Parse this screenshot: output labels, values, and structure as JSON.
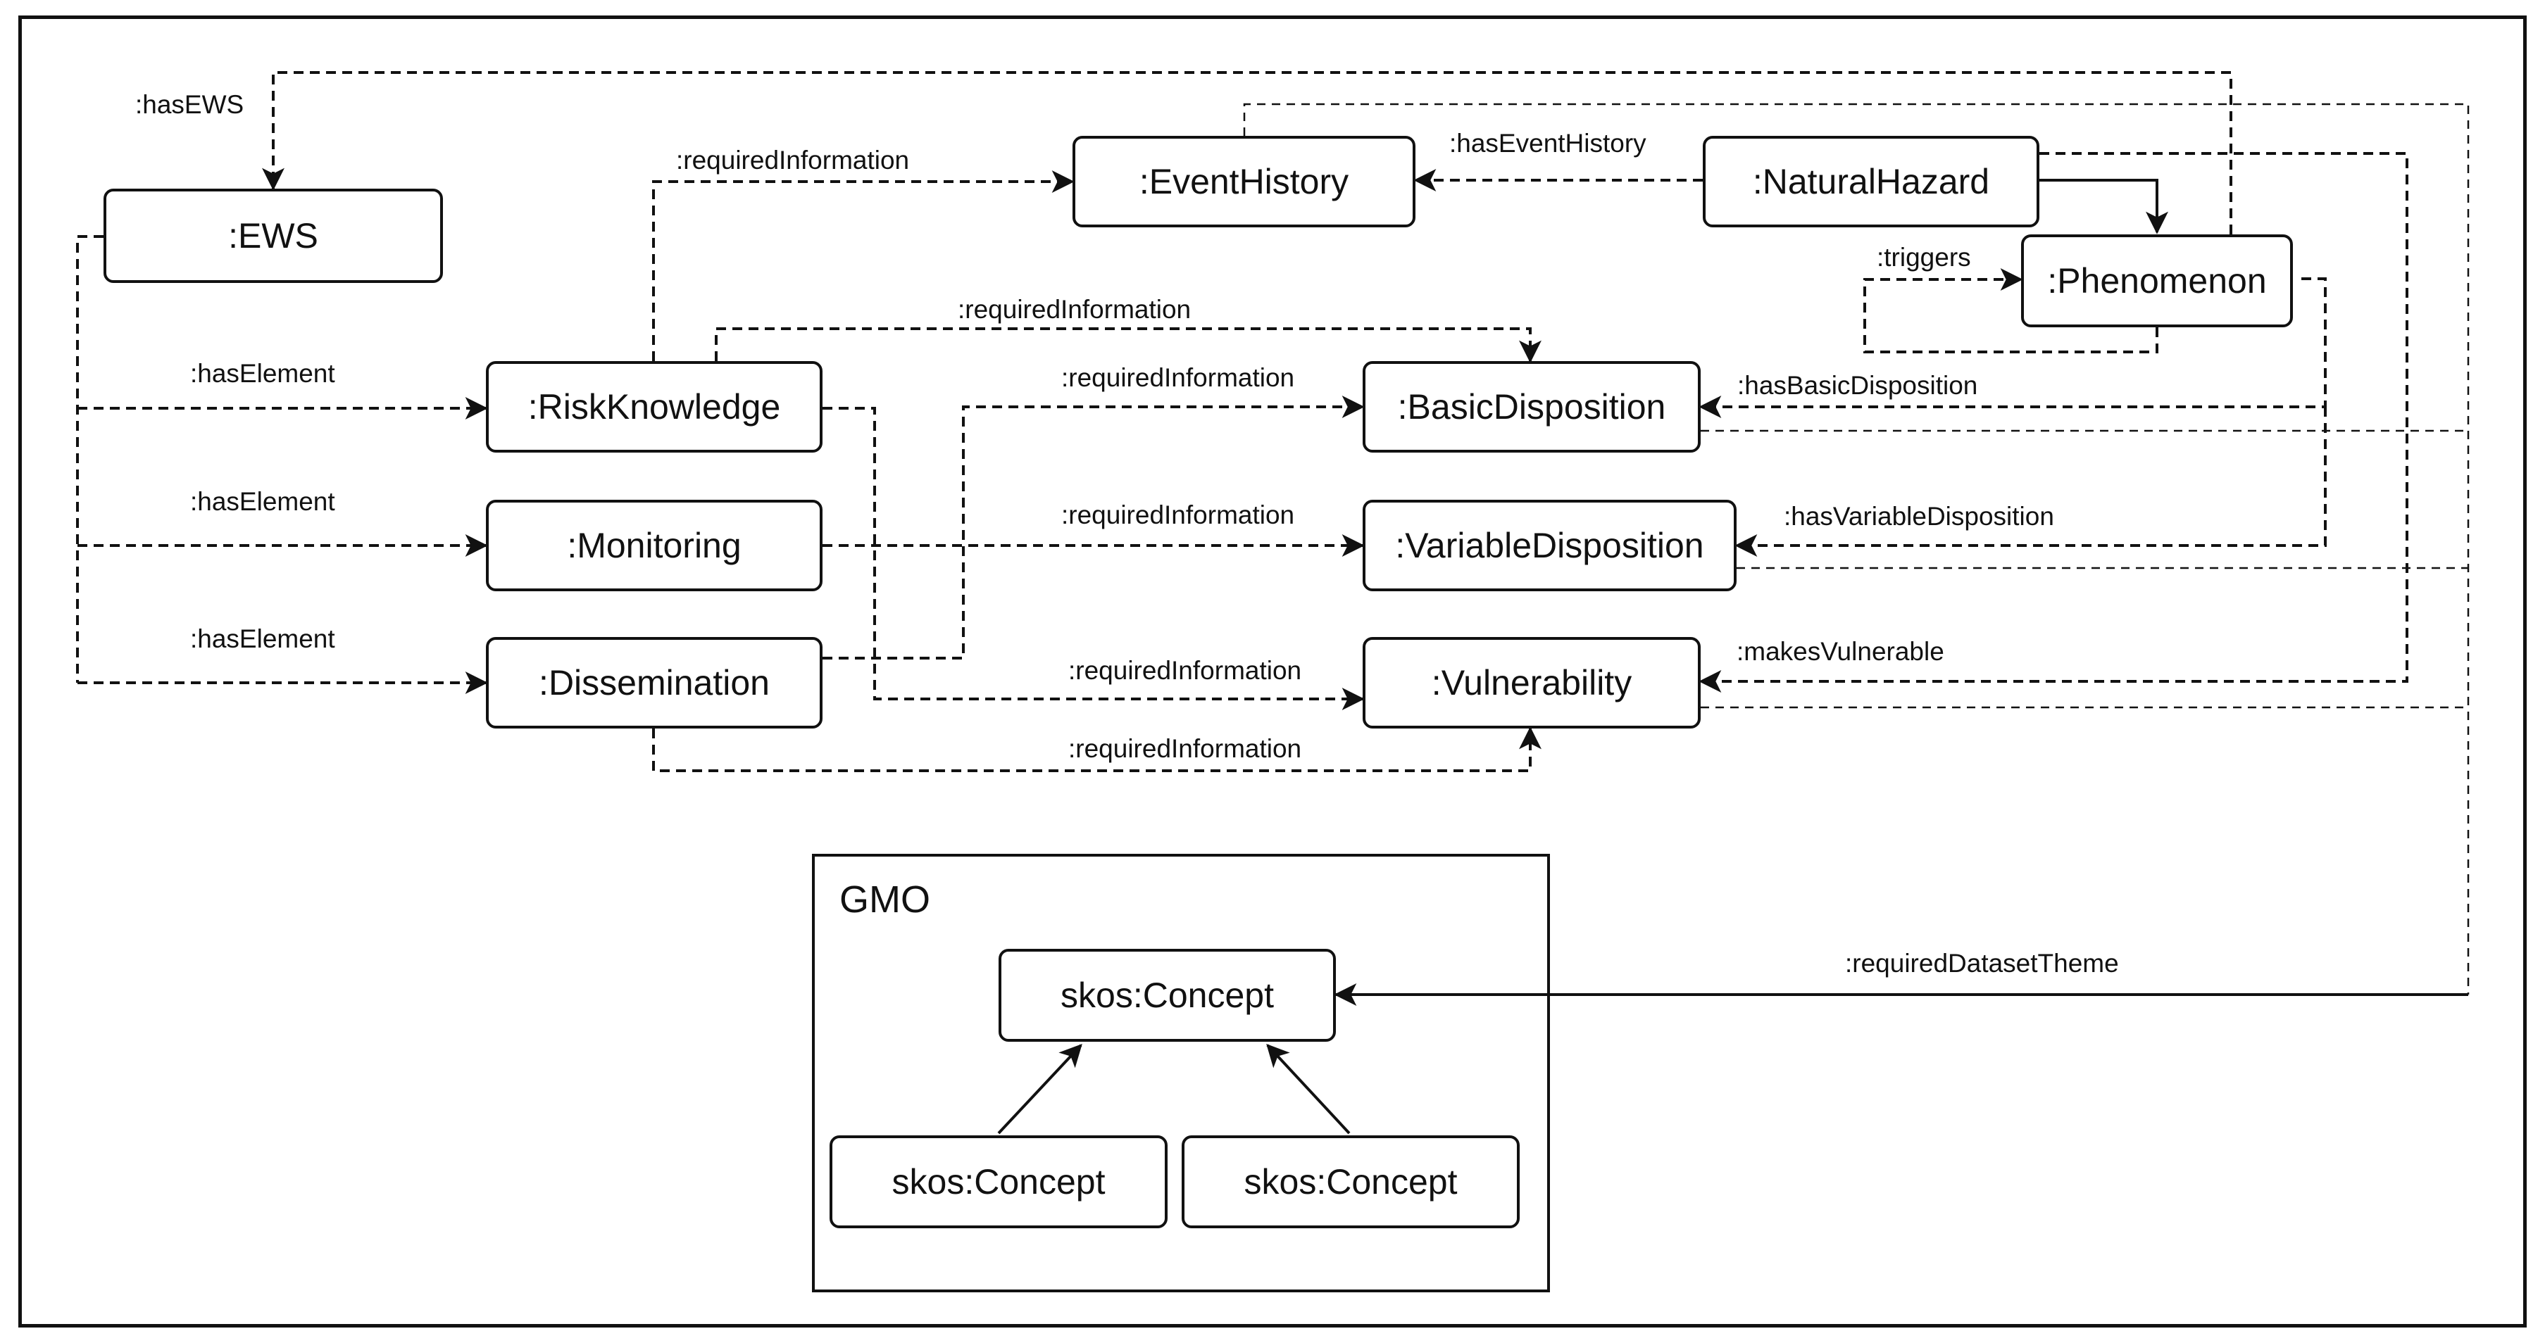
{
  "nodes": {
    "ews": ":EWS",
    "event_history": ":EventHistory",
    "natural_hazard": ":NaturalHazard",
    "phenomenon": ":Phenomenon",
    "risk_knowledge": ":RiskKnowledge",
    "monitoring": ":Monitoring",
    "dissemination": ":Dissemination",
    "basic_disposition": ":BasicDisposition",
    "variable_disposition": ":VariableDisposition",
    "vulnerability": ":Vulnerability",
    "concept_top": "skos:Concept",
    "concept_left": "skos:Concept",
    "concept_right": "skos:Concept"
  },
  "groups": {
    "gmo": "GMO"
  },
  "edges": {
    "has_ews": ":hasEWS",
    "has_event_history": ":hasEventHistory",
    "triggers": ":triggers",
    "has_element_1": ":hasElement",
    "has_element_2": ":hasElement",
    "has_element_3": ":hasElement",
    "ri_rk_event": ":requiredInformation",
    "ri_rk_basic": ":requiredInformation",
    "ri_diss_basic": ":requiredInformation",
    "ri_mon_var": ":requiredInformation",
    "ri_rk_vuln": ":requiredInformation",
    "ri_diss_vuln": ":requiredInformation",
    "has_basic_disposition": ":hasBasicDisposition",
    "has_variable_disposition": ":hasVariableDisposition",
    "makes_vulnerable": ":makesVulnerable",
    "required_dataset_theme": ":requiredDatasetTheme"
  }
}
